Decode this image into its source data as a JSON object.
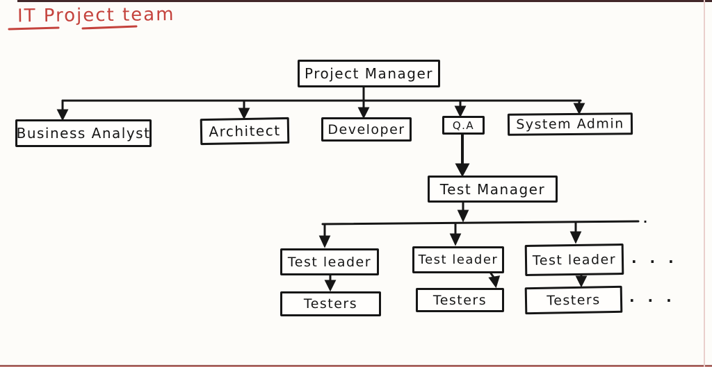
{
  "title": {
    "text": "IT Project team"
  },
  "colors": {
    "ink": "#161616",
    "title_red": "#c4423c",
    "top_border": "#42282a",
    "bottom_border": "#a55a56",
    "background": "#fdfcf9"
  },
  "nodes": {
    "project_manager": "Project Manager",
    "business_analyst": "Business Analyst",
    "architect": "Architect",
    "developer": "Developer",
    "qa": "Q.A",
    "system_admin": "System Admin",
    "test_manager": "Test Manager",
    "test_leader_1": "Test leader",
    "test_leader_2": "Test leader",
    "test_leader_3": "Test leader",
    "testers_1": "Testers",
    "testers_2": "Testers",
    "testers_3": "Testers"
  },
  "continuation": {
    "after_branch_line": ".",
    "after_test_leaders": ". . .",
    "after_testers": ". . ."
  }
}
